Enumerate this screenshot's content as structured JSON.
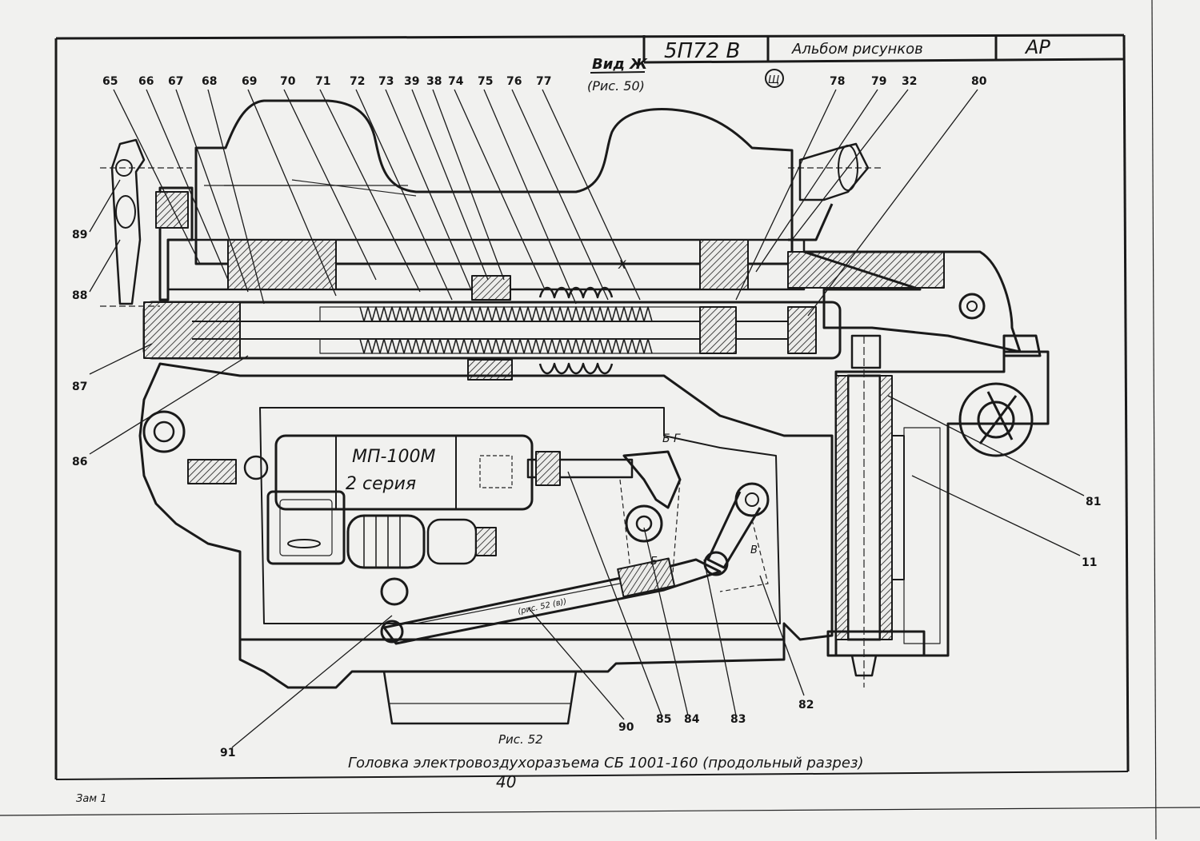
{
  "title_block": {
    "code": "5П72 В",
    "album": "Альбом рисунков",
    "mark": "АР"
  },
  "view": {
    "label": "Вид Ж",
    "ref": "(Рис. 50)",
    "circle_letter": "Щ"
  },
  "motor": {
    "line1": "МП-100М",
    "line2": "2 серия"
  },
  "inner_labels": {
    "x": "X",
    "b_g": "Б Г",
    "b": "Б",
    "v": "В",
    "ref_note": "(рис. 52 (в))"
  },
  "callouts_top": [
    "65",
    "66",
    "67",
    "68",
    "69",
    "70",
    "71",
    "72",
    "73",
    "39",
    "38",
    "74",
    "75",
    "76",
    "77",
    "78",
    "79",
    "32",
    "80"
  ],
  "callouts_left": [
    "89",
    "88",
    "87",
    "86"
  ],
  "callouts_right": [
    "81",
    "11"
  ],
  "callouts_bottom": [
    "91",
    "90",
    "85",
    "84",
    "83",
    "82"
  ],
  "figure_ref": "Рис. 52",
  "caption": "Головка электровоздухоразъема СБ 1001-160 (продольный разрез)",
  "page_number": "40",
  "revision": "Зам 1"
}
